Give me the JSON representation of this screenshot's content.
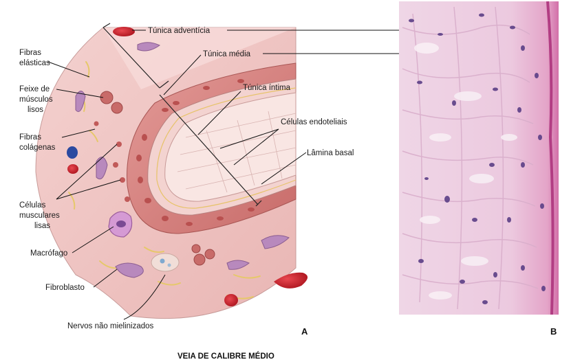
{
  "labels": {
    "adventicia": "Túnica adventícia",
    "media": "Túnica média",
    "intima": "Túnica íntima",
    "endoteliais": "Células endoteliais",
    "lamina": "Lâmina basal",
    "fibras_elasticas_1": "Fibras",
    "fibras_elasticas_2": "elásticas",
    "feixe_1": "Feixe de",
    "feixe_2": "músculos",
    "feixe_3": "lisos",
    "colagenas_1": "Fibras",
    "colagenas_2": "colágenas",
    "musculares_1": "Células",
    "musculares_2": "musculares",
    "musculares_3": "lisas",
    "macrofago": "Macrófago",
    "fibroblasto": "Fibroblasto",
    "nervos": "Nervos não mielinizados"
  },
  "panels": {
    "a": "A",
    "b": "B"
  },
  "caption": "VEIA DE CALIBRE MÉDIO",
  "colors": {
    "adventitia": "#f0c6c4",
    "media": "#d9817f",
    "intima": "#f6dcd9",
    "lumen": "#f9e6e3",
    "rbc": "#c81f2a",
    "histology_bg": "#f1d8e6",
    "nucleus": "#5b3f86"
  }
}
